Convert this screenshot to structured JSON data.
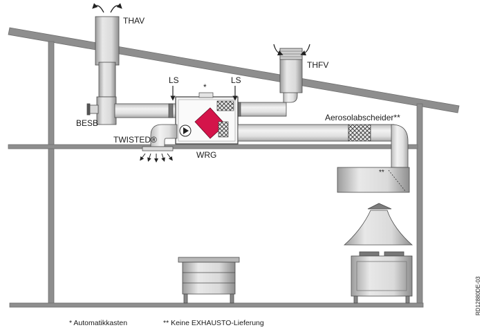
{
  "labels": {
    "thav": "THAV",
    "thfv": "THFV",
    "ls_left": "LS",
    "ls_right": "LS",
    "star": "*",
    "besb": "BESB",
    "twisted": "TWISTED®",
    "wrg": "WRG",
    "aerosol": "Aerosolabscheider**",
    "hood_marks": "**"
  },
  "footnotes": {
    "note1": "* Automatikkasten",
    "note2": "** Keine EXHAUSTO-Lieferung"
  },
  "drawing_code": "RD12880DE-03",
  "colors": {
    "structure": "#8e8e8e",
    "duct_light": "#ececec",
    "duct_dark": "#bdbdbd",
    "heat_exchanger": "#d4144a",
    "outline": "#4a4a4a"
  }
}
